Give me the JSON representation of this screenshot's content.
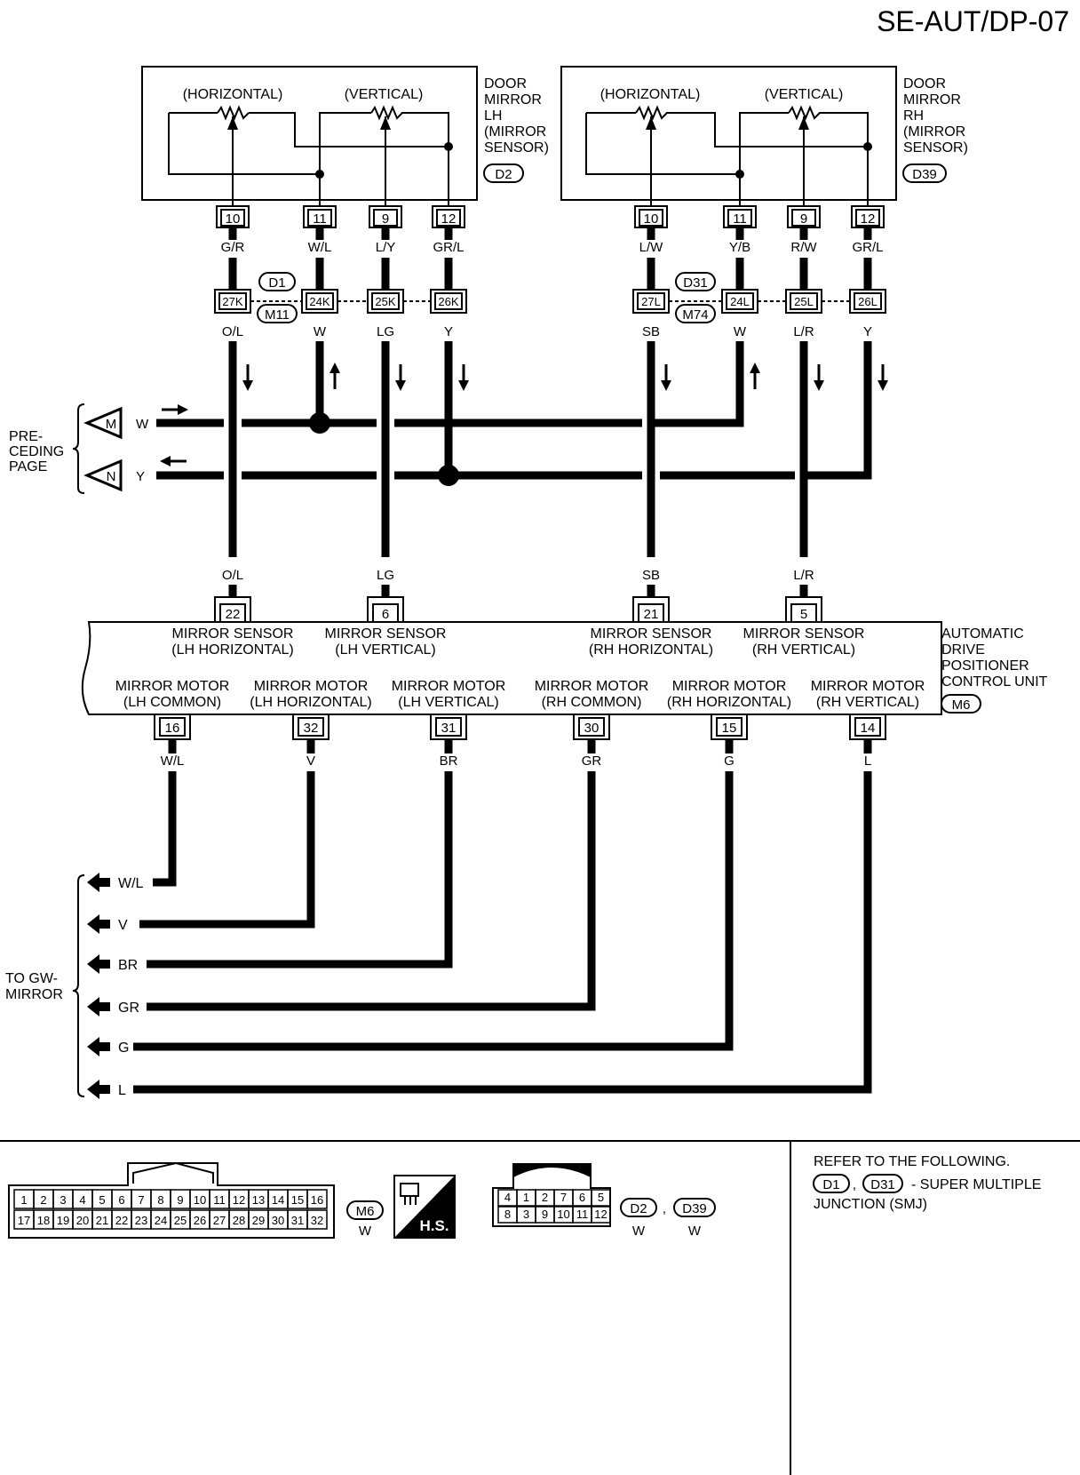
{
  "page_id": "SE-AUT/DP-07",
  "door_mirror_lh": {
    "label_lines": [
      "DOOR",
      "MIRROR",
      "LH",
      "(MIRROR",
      " SENSOR)"
    ],
    "connector": "D2",
    "horizontal": "(HORIZONTAL)",
    "vertical": "(VERTICAL)",
    "pins": [
      "10",
      "11",
      "9",
      "12"
    ],
    "wires": [
      "G/R",
      "W/L",
      "L/Y",
      "GR/L"
    ]
  },
  "door_mirror_rh": {
    "label_lines": [
      "DOOR",
      "MIRROR",
      "RH",
      "(MIRROR",
      " SENSOR)"
    ],
    "connector": "D39",
    "horizontal": "(HORIZONTAL)",
    "vertical": "(VERTICAL)",
    "pins": [
      "10",
      "11",
      "9",
      "12"
    ],
    "wires": [
      "L/W",
      "Y/B",
      "R/W",
      "GR/L"
    ]
  },
  "junction_lh": {
    "conn_top": "D1",
    "conn_bottom": "M11",
    "pins": [
      "27K",
      "24K",
      "25K",
      "26K"
    ],
    "wires": [
      "O/L",
      "W",
      "LG",
      "Y"
    ]
  },
  "junction_rh": {
    "conn_top": "D31",
    "conn_bottom": "M74",
    "pins": [
      "27L",
      "24L",
      "25L",
      "26L"
    ],
    "wires": [
      "SB",
      "W",
      "L/R",
      "Y"
    ]
  },
  "preceding_page": {
    "label_lines": [
      "PRE-",
      "CEDING",
      "PAGE"
    ],
    "m_marker": "M",
    "n_marker": "N",
    "m_wire": "W",
    "n_wire": "Y"
  },
  "control_unit": {
    "label_lines": [
      "AUTOMATIC",
      "DRIVE",
      "POSITIONER",
      "CONTROL UNIT"
    ],
    "connector": "M6",
    "sensors": [
      {
        "pin": "22",
        "wire": "O/L",
        "line1": "MIRROR SENSOR",
        "line2": "(LH HORIZONTAL)"
      },
      {
        "pin": "6",
        "wire": "LG",
        "line1": "MIRROR SENSOR",
        "line2": "(LH VERTICAL)"
      },
      {
        "pin": "21",
        "wire": "SB",
        "line1": "MIRROR SENSOR",
        "line2": "(RH HORIZONTAL)"
      },
      {
        "pin": "5",
        "wire": "L/R",
        "line1": "MIRROR SENSOR",
        "line2": "(RH VERTICAL)"
      }
    ],
    "motors": [
      {
        "pin": "16",
        "wire": "W/L",
        "line1": "MIRROR MOTOR",
        "line2": "(LH COMMON)"
      },
      {
        "pin": "32",
        "wire": "V",
        "line1": "MIRROR MOTOR",
        "line2": "(LH HORIZONTAL)"
      },
      {
        "pin": "31",
        "wire": "BR",
        "line1": "MIRROR MOTOR",
        "line2": "(LH VERTICAL)"
      },
      {
        "pin": "30",
        "wire": "GR",
        "line1": "MIRROR MOTOR",
        "line2": "(RH COMMON)"
      },
      {
        "pin": "15",
        "wire": "G",
        "line1": "MIRROR MOTOR",
        "line2": "(RH HORIZONTAL)"
      },
      {
        "pin": "14",
        "wire": "L",
        "line1": "MIRROR MOTOR",
        "line2": "(RH VERTICAL)"
      }
    ]
  },
  "to_gw_mirror": {
    "label_lines": [
      "TO GW-",
      "MIRROR"
    ]
  },
  "connector_views": {
    "m6_row1": [
      "1",
      "2",
      "3",
      "4",
      "5",
      "6",
      "7",
      "8",
      "9",
      "10",
      "11",
      "12",
      "13",
      "14",
      "15",
      "16"
    ],
    "m6_row2": [
      "17",
      "18",
      "19",
      "20",
      "21",
      "22",
      "23",
      "24",
      "25",
      "26",
      "27",
      "28",
      "29",
      "30",
      "31",
      "32"
    ],
    "m6_label": "M6",
    "m6_color": "W",
    "hs_label": "H.S.",
    "d_row1": [
      "4",
      "1",
      "2",
      "7",
      "6",
      "5"
    ],
    "d_row2": [
      "8",
      "3",
      "9",
      "10",
      "11",
      "12"
    ],
    "d_label1": "D2",
    "d_label2": "D39",
    "d_sep": ",",
    "d_color1": "W",
    "d_color2": "W"
  },
  "refer_note": {
    "line1": "REFER TO THE FOLLOWING.",
    "conn1": "D1",
    "conn2": "D31",
    "comma": ",",
    "line2_tail": "- SUPER MULTIPLE",
    "line3": "JUNCTION (SMJ)"
  }
}
